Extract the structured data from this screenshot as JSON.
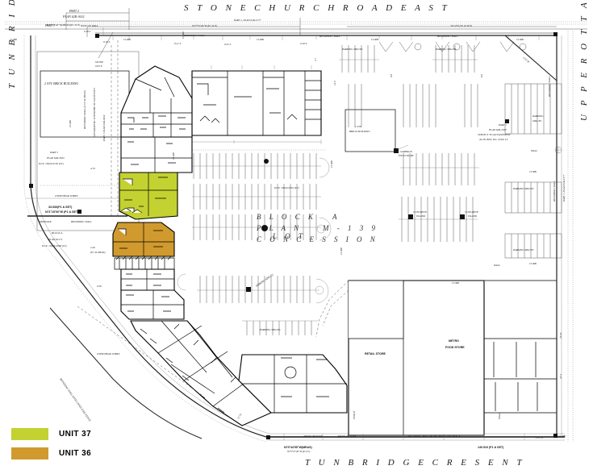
{
  "document": {
    "type": "survey-site-plan",
    "title": "Plan of Survey - Commercial Plaza Site Plan"
  },
  "streets": {
    "top": "STONE CHURCH ROAD EAST",
    "bottom": "TUNBRIDGE CRESENT",
    "left": "TUNBRIDGE CRESENT",
    "right": "UPPER OTTAWA STREET"
  },
  "legend": {
    "items": [
      {
        "label": "UNIT 37",
        "color": "#c3d230"
      },
      {
        "label": "UNIT 36",
        "color": "#d19a2e"
      }
    ]
  },
  "parcels": {
    "top_left": {
      "part": "PART 2",
      "plan": "PLAN 62R-3632",
      "part_1": "PART 1",
      "note": "BASE OF WALL"
    },
    "left_mid": {
      "part": "PART 3",
      "plan": "PLAN 62R-3632",
      "pin": "P.I.N. 16926-0165 (LT)"
    },
    "left_lower": {
      "block": "BLOCK A",
      "plan": "PLAN M-171",
      "pin": "P.I.N. 16926-0080 (LT)"
    },
    "centre": {
      "block": "BLOCK A",
      "lot": "LOT",
      "plan": "PLAN M-139",
      "concession": "CONCESSION",
      "pin": "P.I.N. 16926-0001 (LT)"
    },
    "right": {
      "part": "PART 1",
      "plan": "PLAN 62R-3997",
      "easement1": "SUBJECT TO AN EASEMENT",
      "easement2": "AS IN INST. NO. 31961 LT"
    },
    "top_strip": "PART 2, PLAN 62R-1577",
    "right_strip": "PART 1, PLAN 62R-1577"
  },
  "buildings": [
    {
      "name": "2 STY. BRICK BUILDING"
    },
    {
      "name": "1 STY. BRICK BUILDING"
    },
    {
      "name": "RETAIL STORE"
    },
    {
      "name": "METRO FOOD STORE"
    },
    {
      "name": "GARBAGE ENCLOSURE"
    }
  ],
  "annotations": {
    "retaining_wall": "RETAINING WALL",
    "retaining_wall_fence": "RETAINING WALL WITH CHAIN LINK FENCE",
    "curb": "CURB",
    "parking_spaces": "PARKING SPACES",
    "armourstone": "ARMOURSTONE",
    "over_head_wires": "OVER HEAD WIRES",
    "sidewalk": "SIDEWALK",
    "concrete_island": "CONCRETE ISLAND",
    "stone_wall": "STONE WALL",
    "boulder": "BOULDER",
    "wall": "WALL",
    "fence": "FENCE",
    "chain_link_fence": "CHAIN LINK FENCE"
  },
  "dimensions": {
    "top_main": "743.970 (P1 & SET)",
    "bottom_main": "140.510 (P1 & SET)",
    "left_mid": "33.530(P1 & SET)",
    "left_bearing": "N71°15'00\"W (P1 & SET)",
    "bottom_bearing_meas": "N73°44'55\"W(MEAS)",
    "bottom_bearing_plan": "N73°47'40\"W (P, P1)",
    "top_bearing": "N73°37'40\"W(MEAS)(P1 & P)",
    "wall_dims": [
      "0.18 S",
      "0.21 S",
      "0.32 S",
      "0.53 W",
      "0.58 W",
      "0.51 W",
      "0.58 N",
      "0.11 N",
      "1.05 N",
      "4.79",
      "4.68"
    ]
  }
}
